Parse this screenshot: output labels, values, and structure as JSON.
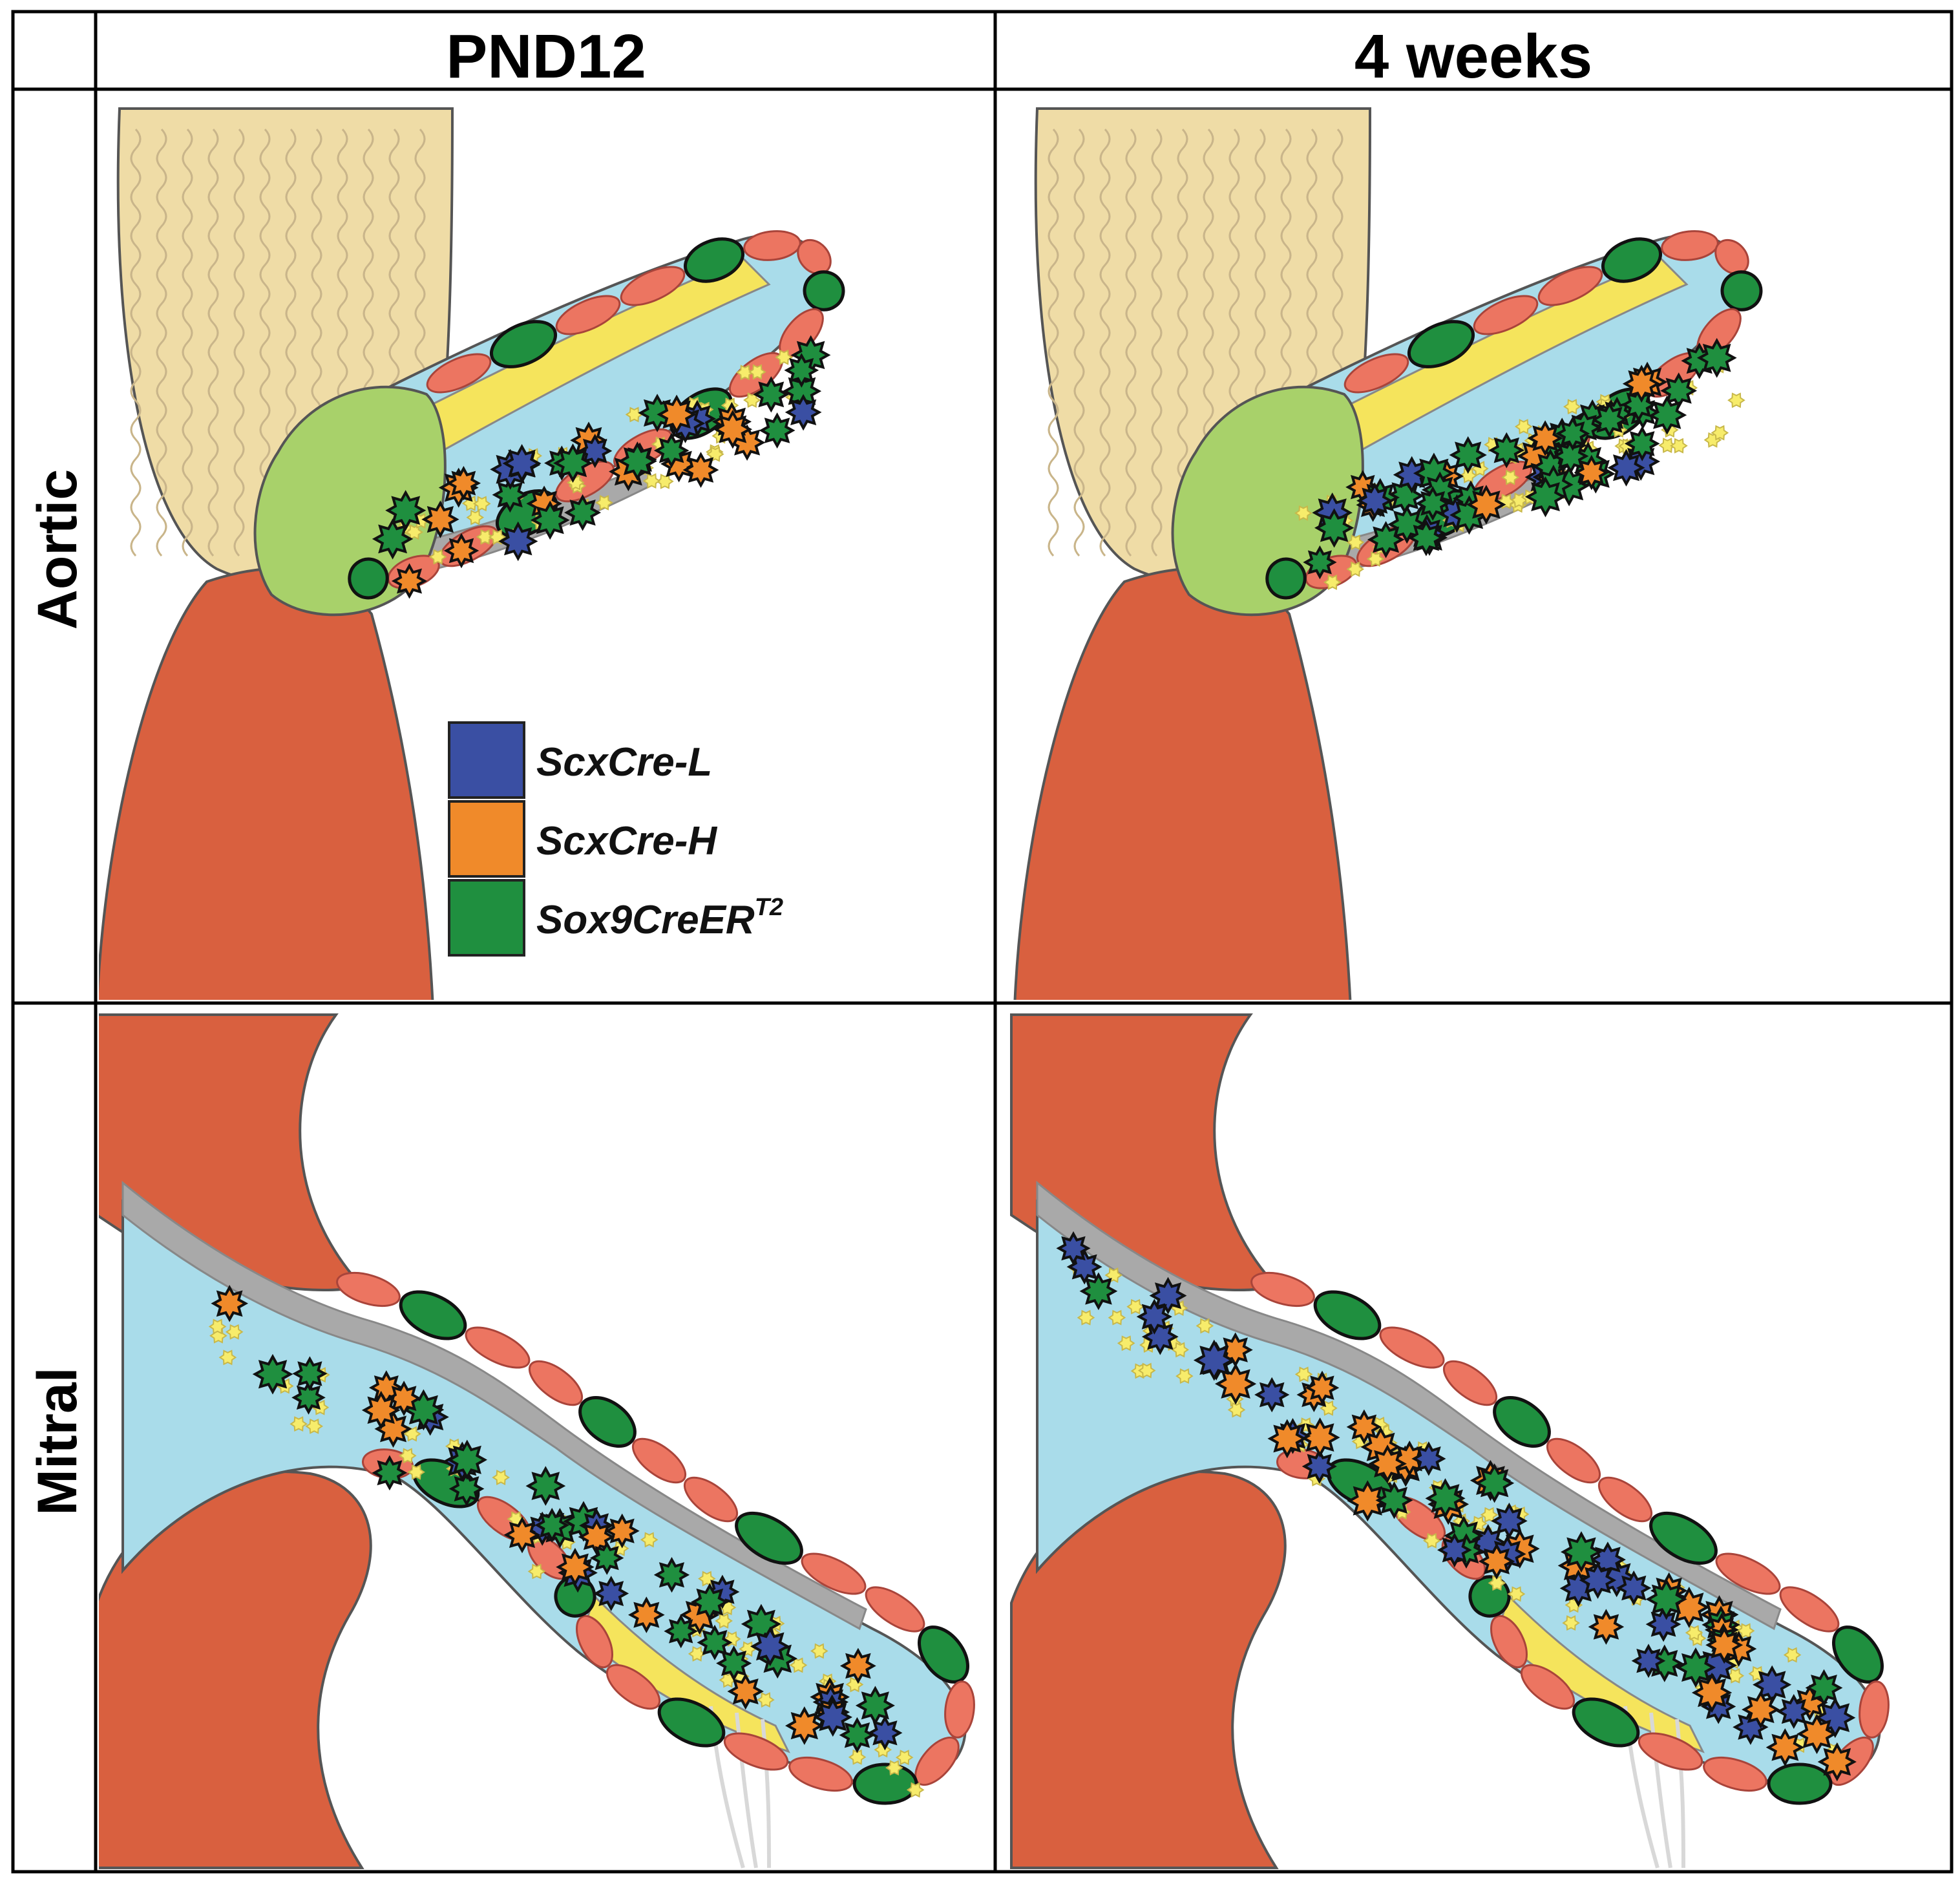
{
  "columns": [
    "PND12",
    "4 weeks"
  ],
  "rows": [
    "Aortic",
    "Mitral"
  ],
  "legend": {
    "items": [
      {
        "label": "ScxCre-L",
        "color": "#3a4fa3"
      },
      {
        "label": "ScxCre-H",
        "color": "#f08a2a"
      },
      {
        "label": "Sox9CreER",
        "sup": "T2",
        "color": "#1f8f3f"
      }
    ]
  },
  "colors": {
    "grid": "#000000",
    "myocardium": "#d9603f",
    "aortic_wall": "#efdca6",
    "hinge": "#a8d16a",
    "valve_interstitium": "#a9dcea",
    "fibrosa": "#f5e45c",
    "ventricularis": "#a9a9a9",
    "endothelium": "#ec7561",
    "scx_l": "#3a4fa3",
    "scx_h": "#f08a2a",
    "sox9": "#1f8f3f",
    "resident_cell": "#f7ec6b"
  }
}
